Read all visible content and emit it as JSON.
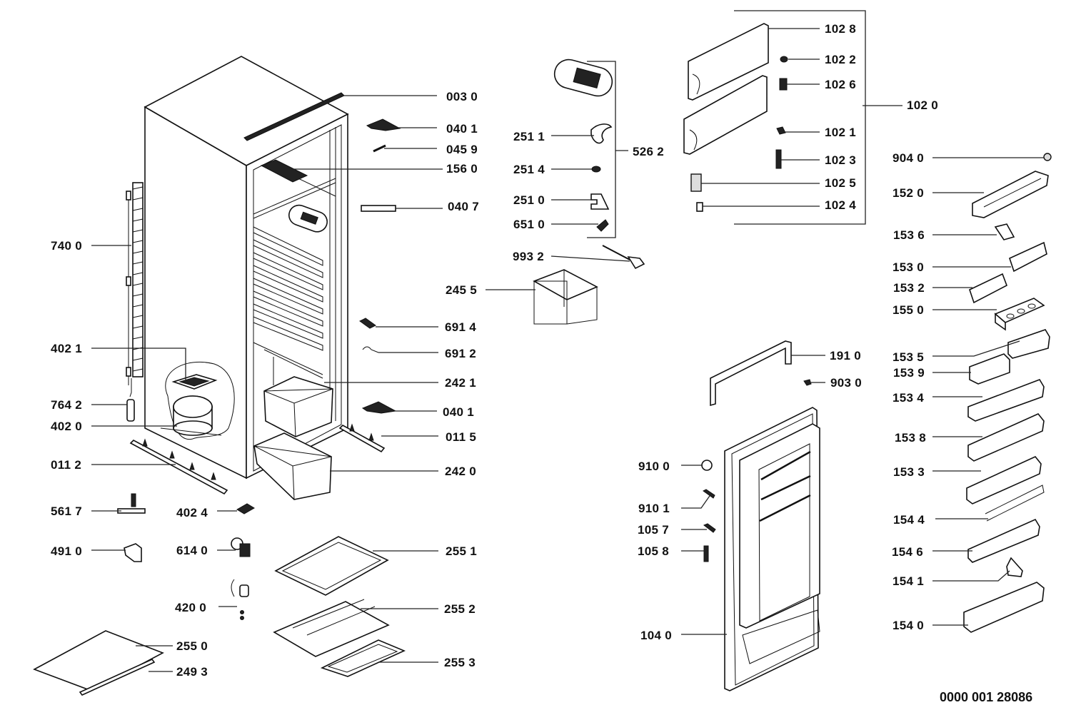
{
  "diagram": {
    "type": "exploded-parts-view",
    "subject": "refrigerator",
    "document_number": "0000 001 28086",
    "callouts": {
      "c0030": "003 0",
      "c0401a": "040 1",
      "c0459": "045 9",
      "c1560": "156 0",
      "c0407": "040 7",
      "c7400": "740 0",
      "c4021": "402 1",
      "c7642": "764 2",
      "c4020": "402 0",
      "c0112": "011 2",
      "c5617": "561 7",
      "c4024": "402 4",
      "c4910": "491 0",
      "c6140": "614 0",
      "c4200": "420 0",
      "c2550": "255 0",
      "c2493": "249 3",
      "c6914": "691 4",
      "c6912": "691 2",
      "c2421": "242 1",
      "c0401b": "040 1",
      "c0115": "011 5",
      "c2420": "242 0",
      "c2551": "255 1",
      "c2552": "255 2",
      "c2553": "255 3",
      "c2511": "251 1",
      "c2514": "251 4",
      "c2510": "251 0",
      "c6510": "651 0",
      "c5262": "526 2",
      "c9932": "993 2",
      "c2455": "245 5",
      "c1028": "102 8",
      "c1022": "102 2",
      "c1026": "102 6",
      "c1020": "102 0",
      "c1021": "102 1",
      "c1023": "102 3",
      "c1025": "102 5",
      "c1024": "102 4",
      "c9040": "904 0",
      "c1520": "152 0",
      "c1536": "153 6",
      "c1530": "153 0",
      "c1532": "153 2",
      "c1550": "155 0",
      "c1535": "153 5",
      "c1539": "153 9",
      "c1534": "153 4",
      "c1538": "153 8",
      "c1533": "153 3",
      "c1544": "154 4",
      "c1546": "154 6",
      "c1541": "154 1",
      "c1540": "154 0",
      "c1910": "191 0",
      "c9030": "903 0",
      "c9100": "910 0",
      "c9101": "910 1",
      "c1057": "105 7",
      "c1058": "105 8",
      "c1040": "104 0"
    }
  }
}
